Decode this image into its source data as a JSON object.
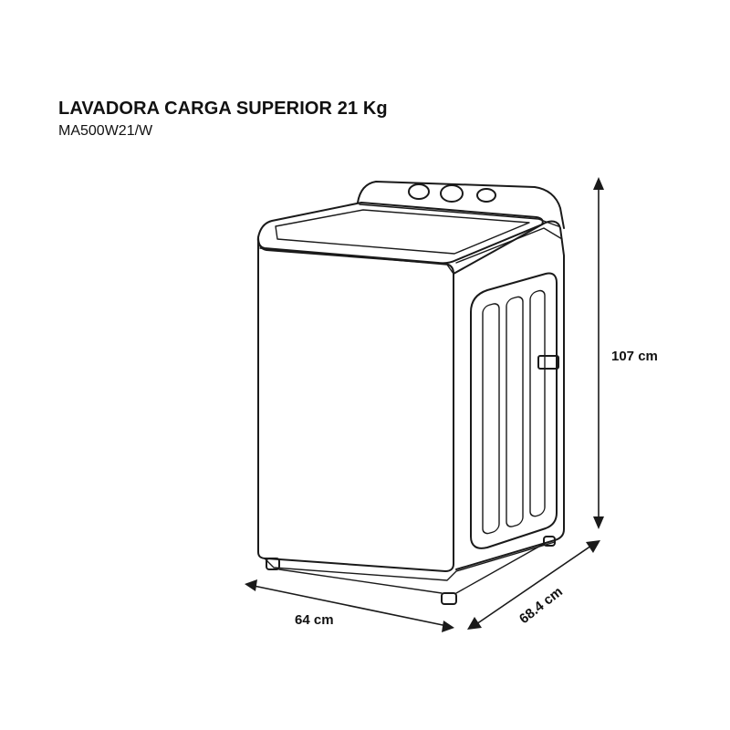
{
  "header": {
    "title": "LAVADORA CARGA SUPERIOR 21 Kg",
    "model": "MA500W21/W"
  },
  "dimensions": {
    "height": "107 cm",
    "width": "64 cm",
    "depth": "68.4 cm"
  }
}
